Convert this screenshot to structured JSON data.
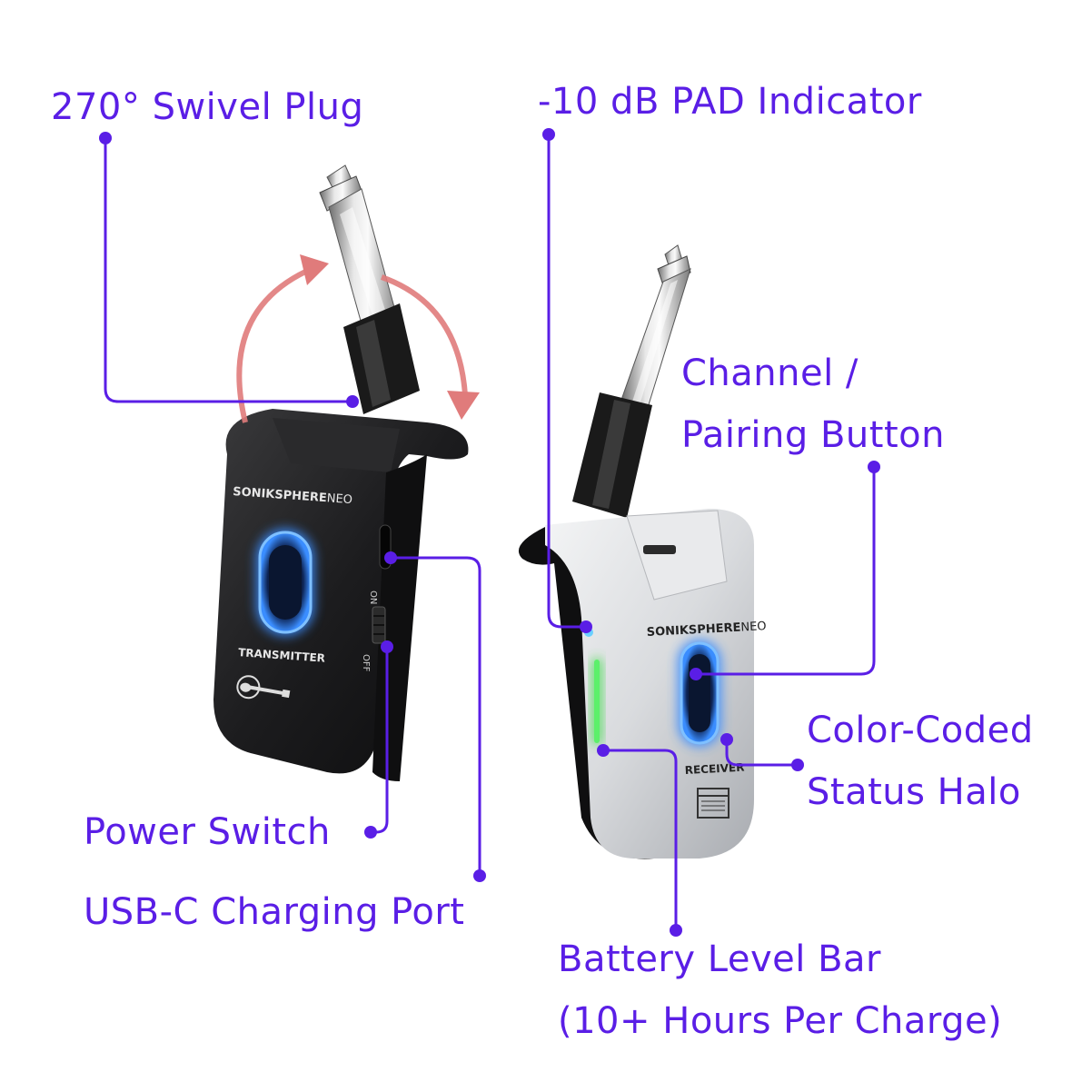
{
  "callouts": {
    "swivel_plug": "270° Swivel Plug",
    "pad_indicator": "-10 dB PAD Indicator",
    "channel_button": [
      "Channel /",
      "Pairing Button"
    ],
    "status_halo": [
      "Color-Coded",
      "Status Halo"
    ],
    "power_switch": "Power Switch",
    "usbc_port": "USB-C Charging Port",
    "battery_bar": [
      "Battery Level Bar",
      "(10+ Hours Per Charge)"
    ]
  },
  "transmitter": {
    "brand_bold": "SONIKSPHERE",
    "brand_light": "NEO",
    "model_label": "TRANSMITTER",
    "switch_on": "ON",
    "switch_off": "OFF"
  },
  "receiver": {
    "brand_bold": "SONIKSPHERE",
    "brand_light": "NEO",
    "model_label": "RECEIVER"
  },
  "colors": {
    "callout_text": "#5a1ee6",
    "leader_line": "#5a1ee6",
    "swivel_arrow": "#e07b7b",
    "status_halo": "#3a8dff",
    "battery_bar": "#3ddc4a",
    "transmitter_body": "#1c1c1e",
    "receiver_body": "#d9dbde"
  },
  "icons": {
    "transmitter_logo": "guitar-icon",
    "receiver_logo": "amplifier-icon",
    "swivel": "rotation-arrow-icon"
  }
}
